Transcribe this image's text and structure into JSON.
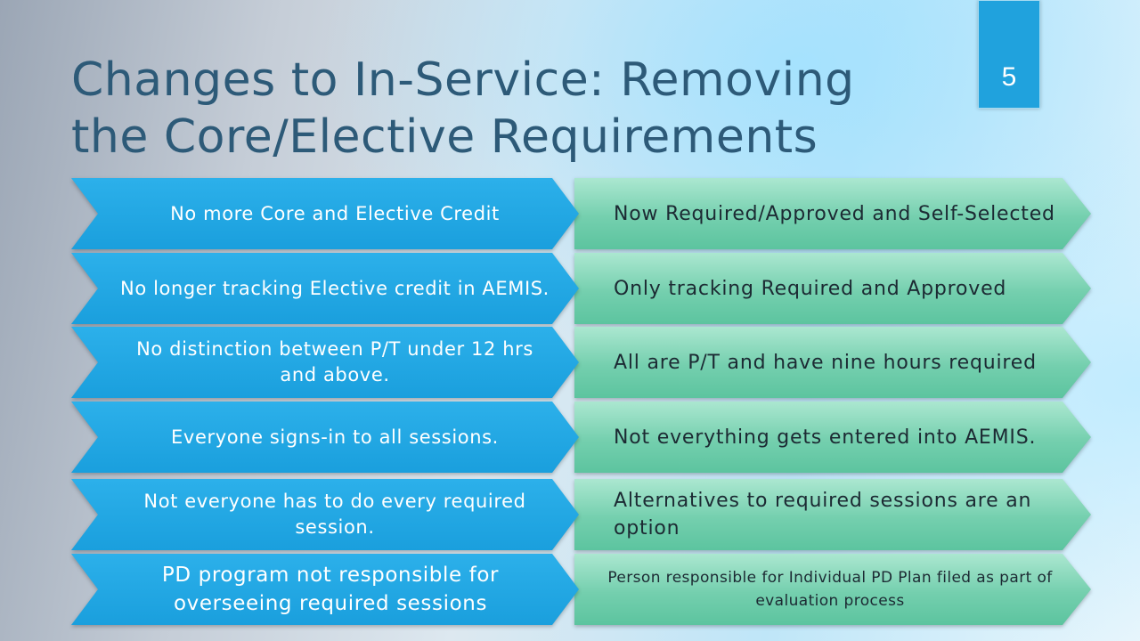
{
  "slide": {
    "title": "Changes to In-Service: Removing the Core/Elective Requirements",
    "number": "5"
  },
  "rows": [
    {
      "left": "No more Core and Elective Credit",
      "right": "Now Required/Approved and Self-Selected"
    },
    {
      "left": "No longer tracking Elective credit in AEMIS.",
      "right": "Only tracking Required and Approved"
    },
    {
      "left": "No distinction between P/T under 12 hrs and above.",
      "right": "All are P/T and have nine hours required"
    },
    {
      "left": "Everyone signs-in to all sessions.",
      "right": "Not everything gets entered into AEMIS."
    },
    {
      "left": "Not everyone has to do every required session.",
      "right": "Alternatives to required sessions are an option"
    },
    {
      "left": "PD program not responsible for overseeing required sessions",
      "right": "Person responsible for Individual PD Plan filed as part of evaluation process"
    }
  ],
  "colors": {
    "title": "#2d5a78",
    "left_chevron": "#1fa4e0",
    "right_chevron": "#74cfae",
    "slide_number_box": "#20a2dd"
  }
}
